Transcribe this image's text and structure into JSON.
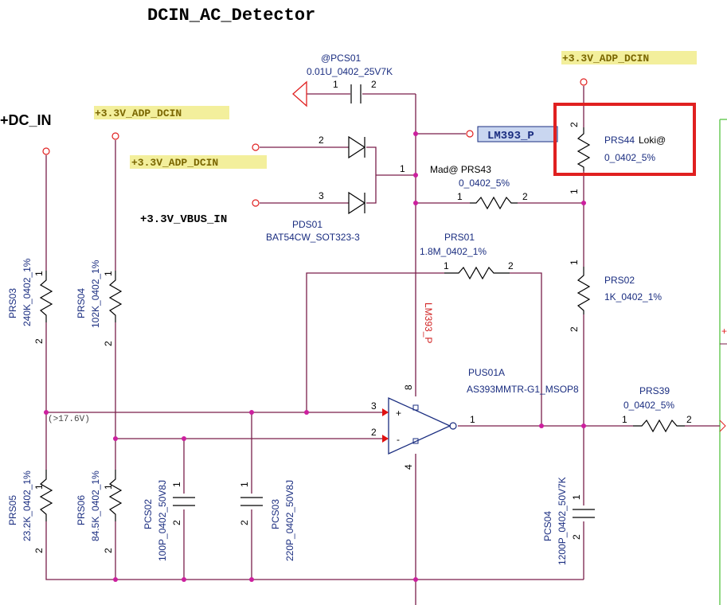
{
  "title": "DCIN_AC_Detector",
  "nets": {
    "dc_in": "+DC_IN",
    "adp_a": "+3.3V_ADP_DCIN",
    "adp_b": "+3.3V_ADP_DCIN",
    "adp_c": "+3.3V_ADP_DCIN",
    "vbus": "+3.3V_VBUS_IN",
    "lm393_port": "LM393_P",
    "lm393_vert": "LM393_P",
    "threshold": "(>17.6V)"
  },
  "components": {
    "pcs01": {
      "ref": "@PCS01",
      "value": "0.01U_0402_25V7K",
      "pin1": "1",
      "pin2": "2"
    },
    "pds01": {
      "ref": "PDS01",
      "value": "BAT54CW_SOT323-3",
      "pin1": "1",
      "pin2": "2",
      "pin3": "3"
    },
    "prs43": {
      "ref": "Mad@ PRS43",
      "value": "0_0402_5%",
      "pin1": "1",
      "pin2": "2"
    },
    "prs44": {
      "ref": "PRS44",
      "var": "Loki@",
      "value": "0_0402_5%",
      "pin1": "1",
      "pin2": "2"
    },
    "prs01": {
      "ref": "PRS01",
      "value": "1.8M_0402_1%",
      "pin1": "1",
      "pin2": "2"
    },
    "prs02": {
      "ref": "PRS02",
      "value": "1K_0402_1%",
      "pin1": "1",
      "pin2": "2"
    },
    "prs03": {
      "ref": "PRS03",
      "value": "240K_0402_1%",
      "pin1": "1",
      "pin2": "2"
    },
    "prs04": {
      "ref": "PRS04",
      "value": "102K_0402_1%",
      "pin1": "1",
      "pin2": "2"
    },
    "prs05": {
      "ref": "PRS05",
      "value": "23.2K_0402_1%",
      "pin1": "1",
      "pin2": "2"
    },
    "prs06": {
      "ref": "PRS06",
      "value": "84.5K_0402_1%",
      "pin1": "1",
      "pin2": "2"
    },
    "pcs02": {
      "ref": "PCS02",
      "value": "100P_0402_50V8J",
      "pin1": "1",
      "pin2": "2"
    },
    "pcs03": {
      "ref": "PCS03",
      "value": "220P_0402_50V8J",
      "pin1": "1",
      "pin2": "2"
    },
    "pcs04": {
      "ref": "PCS04",
      "value": "1200P_0402_50V7K",
      "pin1": "1",
      "pin2": "2"
    },
    "prs39": {
      "ref": "PRS39",
      "value": "0_0402_5%",
      "pin1": "1",
      "pin2": "2"
    },
    "pus01": {
      "ref": "PUS01A",
      "value": "AS393MMTR-G1_MSOP8",
      "pin_plus": "3",
      "pin_minus": "2",
      "pin_out": "1",
      "pin_vcc": "8",
      "pin_gnd": "4",
      "sign_plus": "+",
      "sign_minus": "-"
    }
  },
  "colors": {
    "wire": "#7a1f4a",
    "label": "#1a2d80",
    "highlight_box": "#e02020",
    "net_highlight": "#f3ef9c",
    "port_fill": "#c9d6f0",
    "frame": "#6ccc5a"
  }
}
